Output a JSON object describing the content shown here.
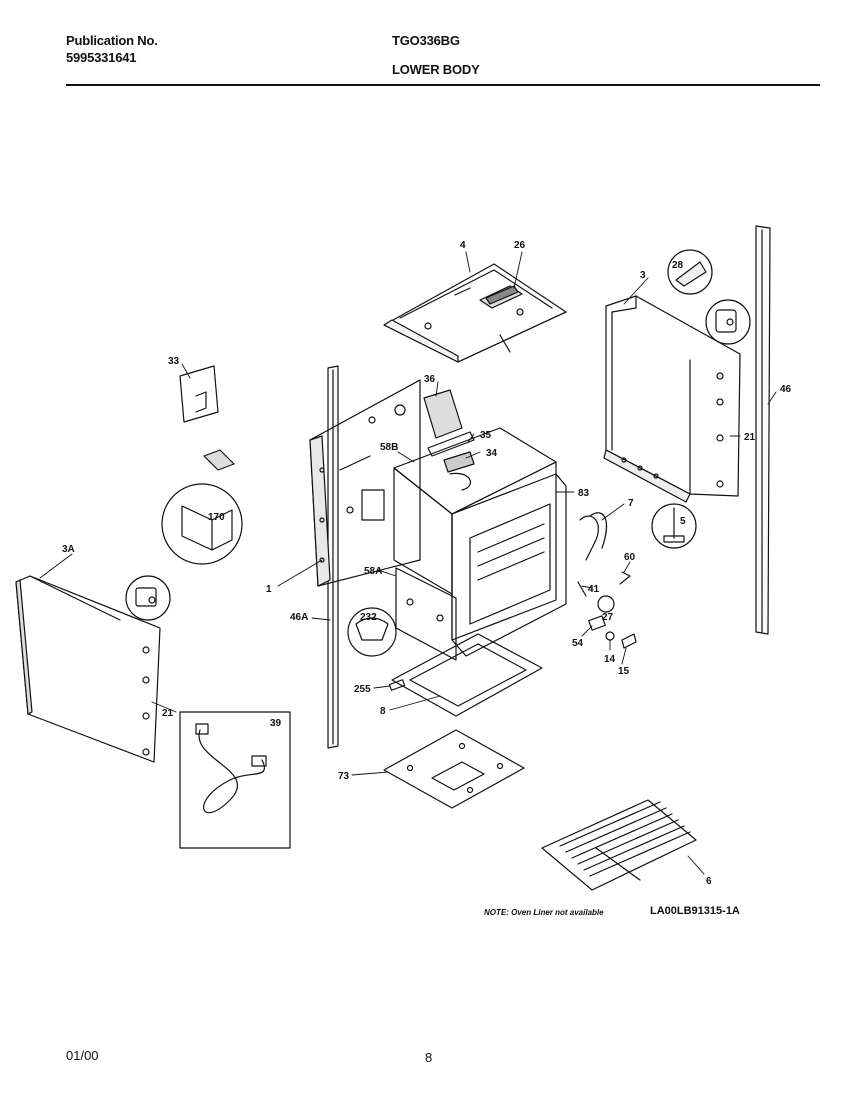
{
  "header": {
    "publication_label": "Publication No.",
    "publication_number": "5995331641",
    "model": "TGO336BG",
    "section": "LOWER BODY"
  },
  "footer": {
    "date": "01/00",
    "page": "8"
  },
  "note": "NOTE: Oven Liner not available",
  "reference": "LA00LB91315-1A",
  "callouts": [
    "4",
    "26",
    "3",
    "28",
    "33",
    "36",
    "5",
    "46",
    "58B",
    "35",
    "34",
    "21",
    "83",
    "7",
    "170",
    "6",
    "3A",
    "1",
    "58A",
    "60",
    "41",
    "46A",
    "232",
    "27",
    "54",
    "14",
    "15",
    "255",
    "8",
    "21",
    "39",
    "73",
    "6"
  ]
}
